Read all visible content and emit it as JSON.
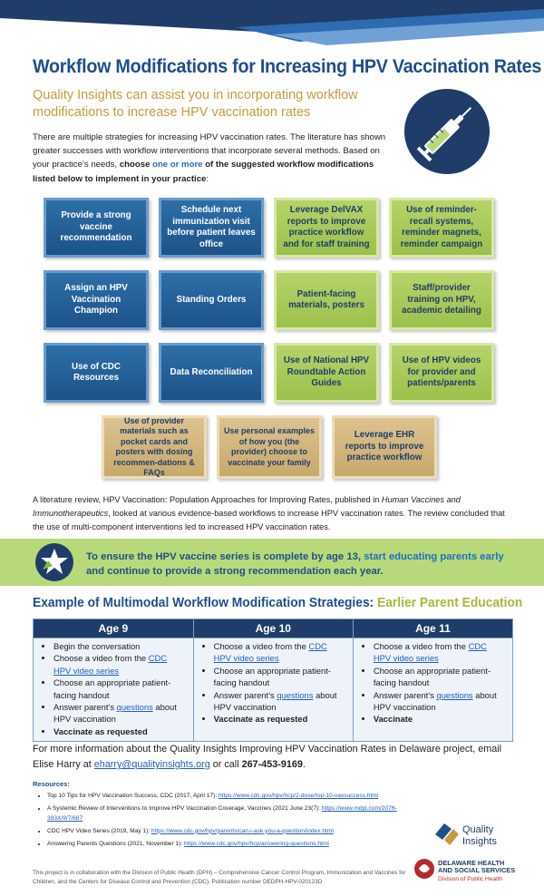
{
  "header": {
    "title": "Workflow Modifications for Increasing HPV Vaccination Rates",
    "subtitle": "Quality Insights can assist you in incorporating workflow modifications to increase HPV vaccination rates"
  },
  "intro": {
    "text_a": "There are multiple strategies for increasing HPV vaccination rates.  The literature has shown greater successes with workflow interventions that incorporate several methods. Based on your practice’s needs, ",
    "bold_a": "choose ",
    "blue": "one or more",
    "bold_b": " of the suggested workflow modifications listed below to implement in your practice",
    "end": ":"
  },
  "tiles": {
    "t1": "Provide a strong vaccine recommendation",
    "t2": "Schedule next immunization visit before patient leaves office",
    "t3": "Leverage DelVAX reports to improve practice workflow and for staff training",
    "t4": "Use of reminder-recall systems, reminder magnets, reminder campaign",
    "t5": "Assign an HPV Vaccination Champion",
    "t6": "Standing Orders",
    "t7": "Patient-facing materials, posters",
    "t8": "Staff/provider training on HPV, academic detailing",
    "t9": "Use of CDC Resources",
    "t10": "Data Reconciliation",
    "t11": "Use of National HPV Roundtable Action Guides",
    "t12": "Use of HPV videos for provider and patients/parents",
    "t13": "Use of provider materials such as pocket cards and posters with dosing recommen-dations & FAQs",
    "t14": "Use personal examples of how you (the provider) choose to vaccinate your family",
    "t15": "Leverage EHR reports to improve practice workflow"
  },
  "review": {
    "a": "A literature review, HPV Vaccination: Population Approaches for Improving Rates, published in ",
    "journal": "Human Vaccines and Immunotherapeutics",
    "b": ", looked at various evidence-based workflows to increase HPV vaccination rates.  The review concluded that the use of multi-component interventions led to increased HPV vaccination rates."
  },
  "callout": {
    "a": "To ensure the HPV vaccine series is complete by age 13, ",
    "blue": "start educating parents early",
    "b": " and continue to provide a strong recommendation each year."
  },
  "example": {
    "heading": "Example of Multimodal Workflow Modification Strategies: ",
    "heading_gold": "Earlier Parent Education",
    "columns": {
      "age9": {
        "header": "Age 9",
        "i1": "Begin the conversation",
        "i2_a": "Choose a video from the ",
        "i2_link": "CDC HPV video series",
        "i3": "Choose an appropriate patient-facing handout",
        "i4_a": "Answer parent’s ",
        "i4_link": "questions",
        "i4_b": " about HPV vaccination",
        "i5": "Vaccinate as requested"
      },
      "age10": {
        "header": "Age 10",
        "i1_a": "Choose a video from the ",
        "i1_link": "CDC HPV video series",
        "i2": "Choose an appropriate patient-facing handout",
        "i3_a": "Answer parent’s ",
        "i3_link": "questions",
        "i3_b": " about HPV vaccination",
        "i4": "Vaccinate as requested"
      },
      "age11": {
        "header": "Age 11",
        "i1_a": "Choose a video from the ",
        "i1_link": "CDC HPV video series",
        "i2": "Choose an appropriate patient-facing handout",
        "i3_a": "Answer parent’s ",
        "i3_link": "questions",
        "i3_b": " about HPV vaccination",
        "i4": "Vaccinate"
      }
    }
  },
  "contact": {
    "a": "For more information about the Quality Insights Improving HPV Vaccination Rates in Delaware project, email Elise Harry at ",
    "email": "eharry@qualityinsights.org",
    "b": " or call ",
    "phone": "267-453-9169",
    "c": "."
  },
  "resources": {
    "heading": "Resources:",
    "r1_a": "Top 10 Tips for HPV Vaccination Success, CDC (2017, April 17): ",
    "r1_link": "https://www.cdc.gov/hpv/hcp/2-dose/top-10-vaxsuccess.html",
    "r2_a": "A Systemic Review of Interventions to Improve HPV Vaccination Coverage, Vaccines (2021 June 23(7): ",
    "r2_link": "https://www.mdpi.com/2076-393X/9/7/687",
    "r3_a": "CDC HPV Video Series (2019, May 1): ",
    "r3_link": "https://www.cdc.gov/hpv/parents/can-i-ask-you-a-question/index.html",
    "r4_a": "Answering Parents Questions (2021, November 1): ",
    "r4_link": "https://www.cdc.gov/hpv/hcp/answering-questions.html"
  },
  "footer": {
    "text": "This project is in collaboration with the Division of Public Health (DPH) – Comprehensive Cancer Control Program, Immunization and Vaccines for Children, and the Centers for Disease Control and Prevention (CDC). Publication number DEDPH-HPV-020123D"
  },
  "logos": {
    "qi_line1": "Quality",
    "qi_line2": "Insights",
    "dh_line1": "DELAWARE HEALTH",
    "dh_line2": "AND SOCIAL SERVICES",
    "dh_line3": "Division of Public Health"
  },
  "colors": {
    "navy": "#1f3d68",
    "title_blue": "#1f4e8c",
    "gold": "#c99a3c",
    "green": "#b7d97a"
  }
}
